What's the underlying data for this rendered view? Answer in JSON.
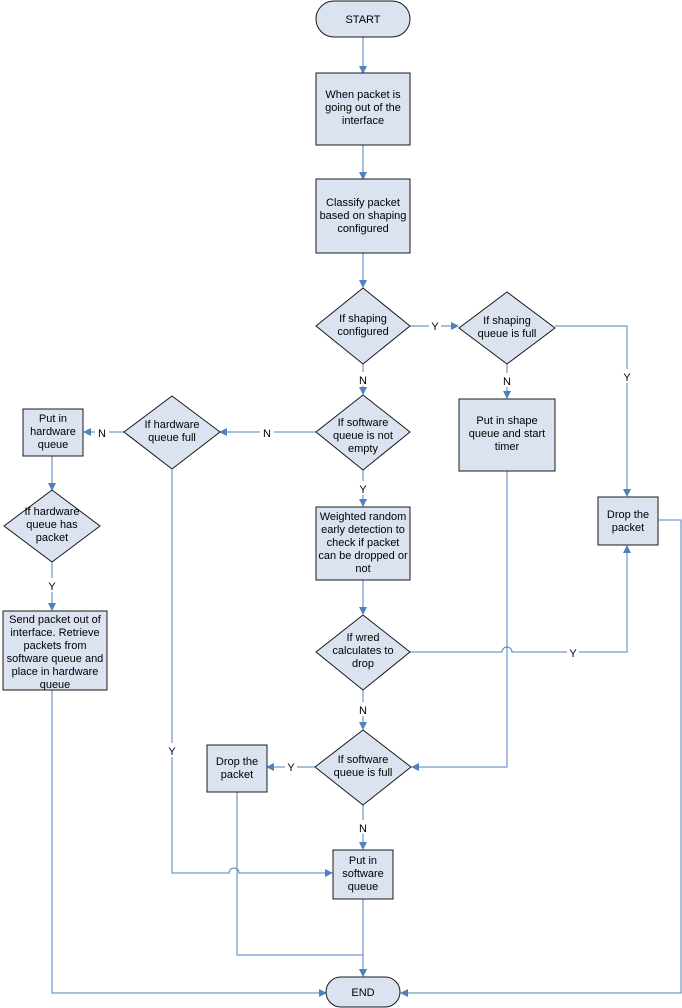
{
  "colors": {
    "node_fill": "#dbe3f1",
    "node_stroke": "#1a1a1a",
    "connector": "#4f81bd",
    "background": "#ffffff"
  },
  "nodes": {
    "start": "START",
    "when_packet": "When packet is going out of the interface",
    "classify": "Classify packet based on shaping configured",
    "if_shaping_configured": "If shaping configured",
    "if_shaping_queue_full": "If shaping queue is full",
    "if_software_queue_not_empty": "If software queue is not empty",
    "put_shape_queue": "Put in shape queue and start timer",
    "drop_packet_right": "Drop the packet",
    "if_hardware_queue_full": "If hardware queue full",
    "put_hardware_queue": "Put in hardware queue",
    "if_hardware_queue_has_packet": "If hardware queue has packet",
    "send_packet_out": "Send packet out of interface. Retrieve packets from software queue and place in hardware queue",
    "wred": "Weighted random early detection to check if packet can be dropped or not",
    "if_wred_drop": "If wred calculates to drop",
    "if_software_queue_full": "If software queue is full",
    "drop_packet_left": "Drop the packet",
    "put_software_queue": "Put in software queue",
    "end": "END"
  },
  "edge_labels": {
    "yes": "Y",
    "no": "N"
  }
}
